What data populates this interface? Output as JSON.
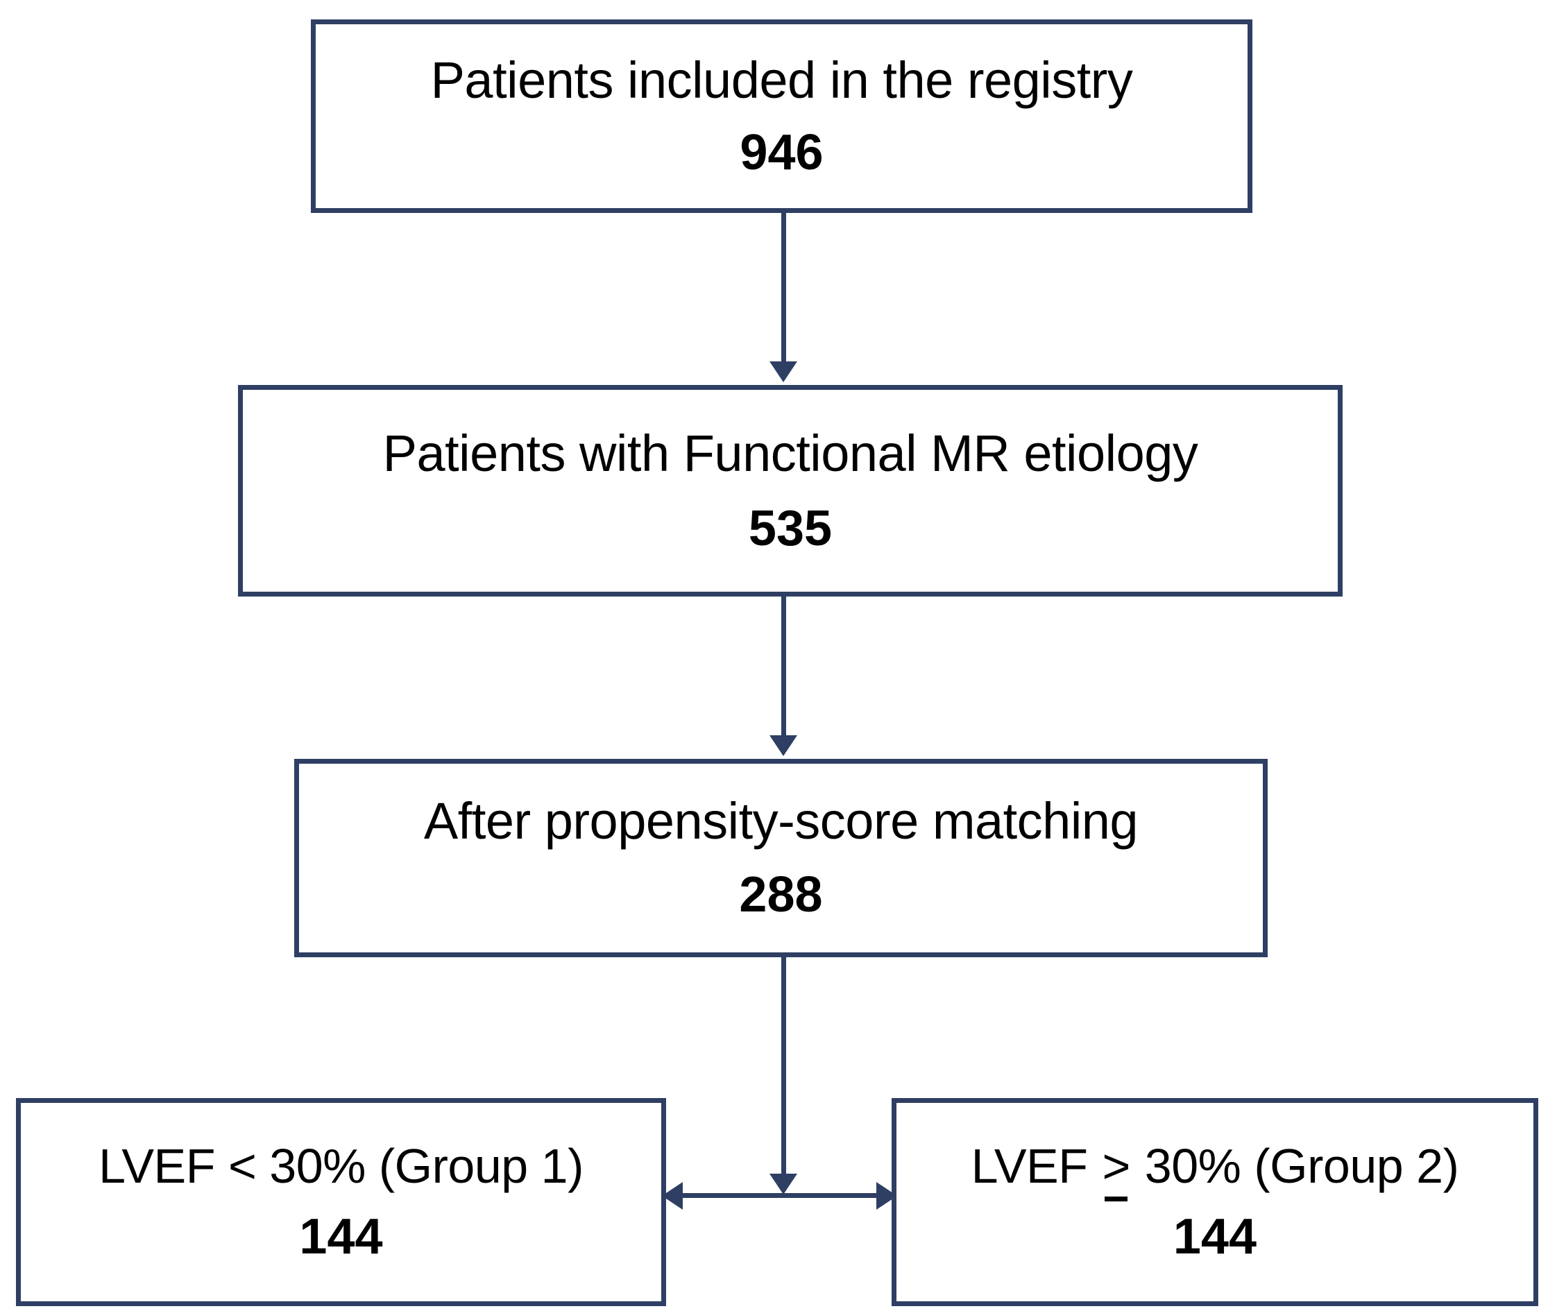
{
  "figure": {
    "type": "flowchart",
    "orientation": "top-to-bottom",
    "accent_color": "#2e3f63",
    "background_color": "#ffffff",
    "text_color": "#000000"
  },
  "nodes": [
    {
      "id": "registry",
      "title": "Patients included in the registry",
      "count": "946"
    },
    {
      "id": "functional",
      "title": "Patients with Functional MR etiology",
      "count": "535"
    },
    {
      "id": "matching",
      "title": "After propensity-score matching",
      "count": "288"
    },
    {
      "id": "group1",
      "title": "LVEF < 30% (Group 1)",
      "title_prefix": "LVEF < 30% (Group 1)",
      "count": "144"
    },
    {
      "id": "group2",
      "title": "LVEF ≥ 30% (Group 2)",
      "title_part1": "LVEF ",
      "title_operator": ">",
      "title_part2": " 30% (Group 2)",
      "count": "144"
    }
  ],
  "connectors": [
    {
      "id": "registry-to-functional",
      "from": "registry",
      "to": "functional",
      "style": "arrow-down"
    },
    {
      "id": "functional-to-matching",
      "from": "functional",
      "to": "matching",
      "style": "arrow-down"
    },
    {
      "id": "matching-to-split",
      "from": "matching",
      "to": "split-junction",
      "style": "arrow-down"
    },
    {
      "id": "split-to-group1",
      "from": "split-junction",
      "to": "group1",
      "style": "arrow-left"
    },
    {
      "id": "split-to-group2",
      "from": "split-junction",
      "to": "group2",
      "style": "arrow-right"
    }
  ],
  "chart_data": {
    "type": "flowchart",
    "title": "",
    "stages": [
      {
        "label": "Patients included in the registry",
        "value": 946
      },
      {
        "label": "Patients with Functional MR etiology",
        "value": 535
      },
      {
        "label": "After propensity-score matching",
        "value": 288
      }
    ],
    "branches": [
      {
        "label": "LVEF < 30% (Group 1)",
        "value": 144
      },
      {
        "label": "LVEF ≥ 30% (Group 2)",
        "value": 144
      }
    ]
  }
}
